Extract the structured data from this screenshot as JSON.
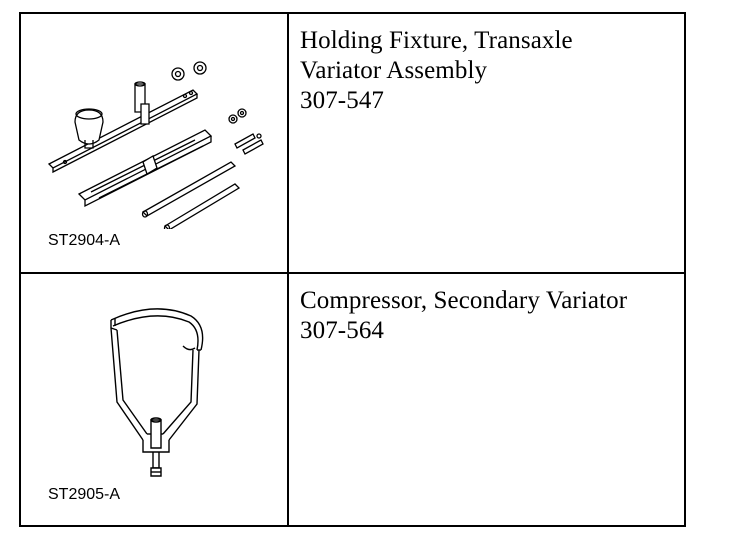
{
  "tools": [
    {
      "ref_code": "ST2904-A",
      "name_lines": [
        "Holding Fixture, Transaxle",
        "Variator Assembly"
      ],
      "part_number": "307-547",
      "illustration_icon": "holding-fixture-illustration"
    },
    {
      "ref_code": "ST2905-A",
      "name_lines": [
        "Compressor, Secondary Variator"
      ],
      "part_number": "307-564",
      "illustration_icon": "compressor-illustration"
    }
  ]
}
